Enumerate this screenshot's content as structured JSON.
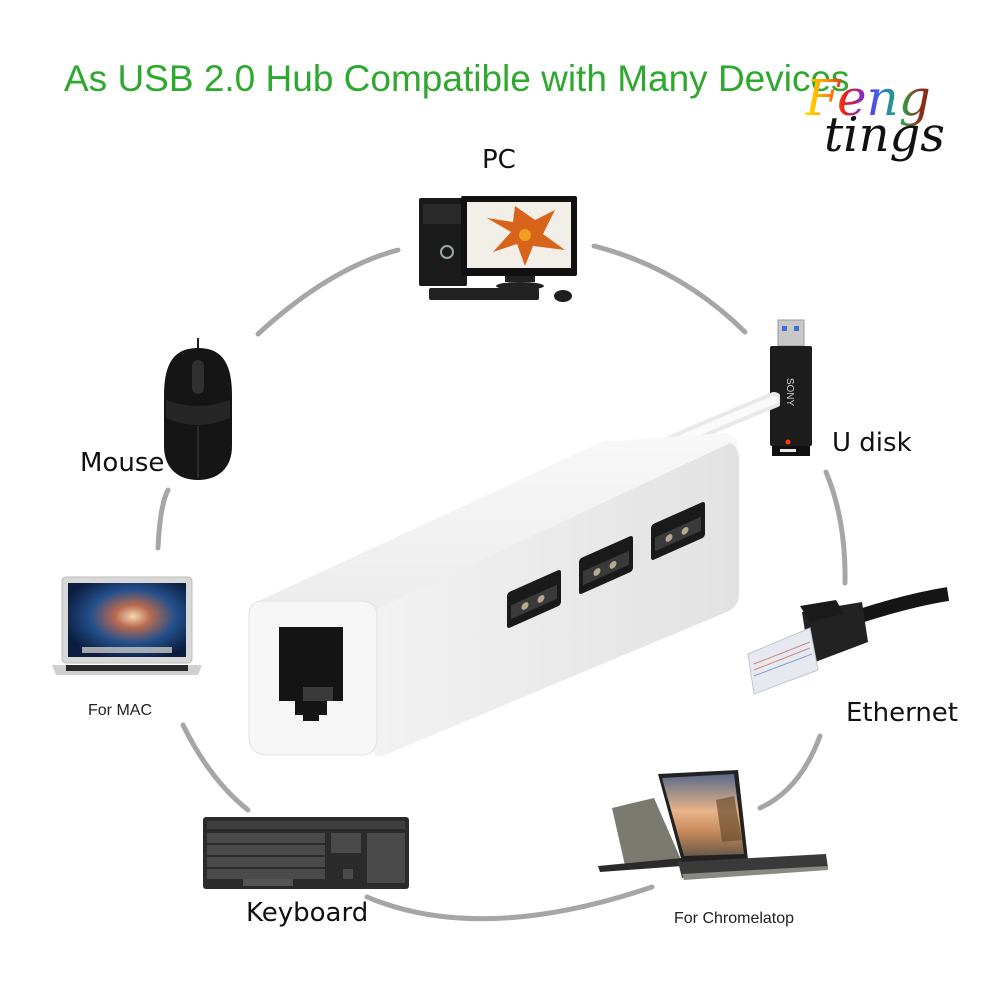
{
  "headline": "As USB 2.0 Hub Compatible with Many Devices",
  "watermark": {
    "line1": "Feng",
    "line2": "tings"
  },
  "colors": {
    "headline": "#2ea82e",
    "arc": "#a6a6a6",
    "hub_body": "#f1f1f1",
    "label": "#111111"
  },
  "center_product": {
    "name": "usb-hub-ethernet-adapter",
    "ports": [
      {
        "type": "RJ45"
      },
      {
        "type": "USB-A"
      },
      {
        "type": "USB-A"
      },
      {
        "type": "USB-A"
      }
    ]
  },
  "devices": [
    {
      "id": "pc",
      "label": "PC",
      "icon": "desktop-pc-icon"
    },
    {
      "id": "udisk",
      "label": "U disk",
      "icon": "usb-flash-drive-icon",
      "brand": "SONY"
    },
    {
      "id": "ethernet",
      "label": "Ethernet",
      "icon": "rj45-cable-icon"
    },
    {
      "id": "chromebook",
      "label": "For Chromelatop",
      "icon": "chromebook-laptop-icon"
    },
    {
      "id": "keyboard",
      "label": "Keyboard",
      "icon": "keyboard-icon"
    },
    {
      "id": "mac",
      "label": "For MAC",
      "icon": "macbook-laptop-icon"
    },
    {
      "id": "mouse",
      "label": "Mouse",
      "icon": "mouse-icon"
    }
  ]
}
